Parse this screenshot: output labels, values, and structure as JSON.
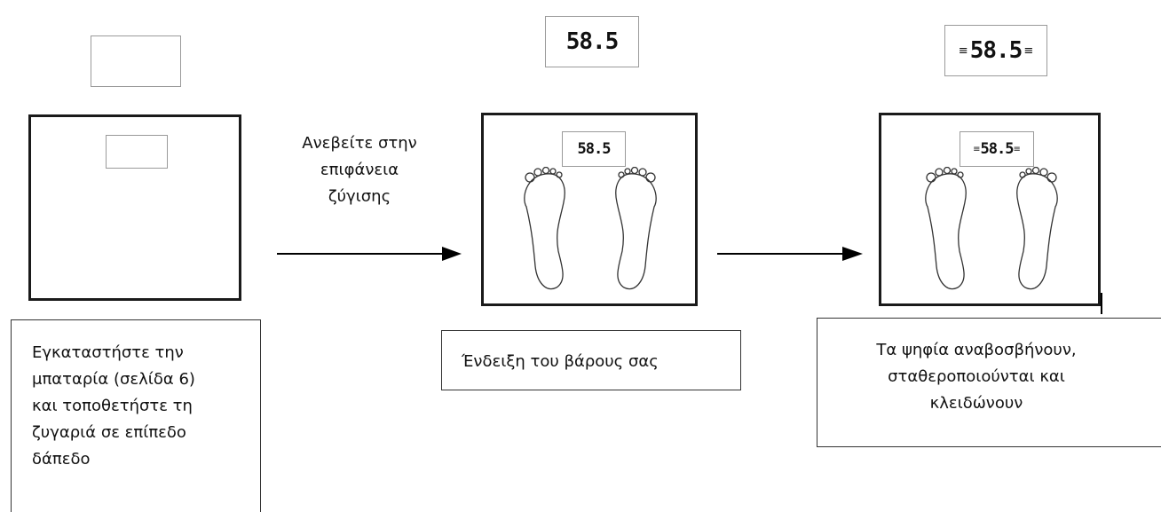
{
  "diagram": {
    "displays": {
      "step1": "",
      "step2": "58.5",
      "step3": "58.5"
    },
    "arrow_label": {
      "line1": "Ανεβείτε στην",
      "line2": "επιφάνεια",
      "line3": "ζύγισης"
    },
    "captions": {
      "step1": {
        "line1": "Εγκαταστήστε την",
        "line2": "μπαταρία (σελίδα 6)",
        "line3": "και τοποθετήστε τη",
        "line4": "ζυγαριά σε επίπεδο",
        "line5": "δάπεδο"
      },
      "step2": {
        "line1": "Ένδειξη του βάρους σας"
      },
      "step3": {
        "line1": "Τα ψηφία αναβοσβήνουν,",
        "line2": "σταθεροποιούνται και",
        "line3": "κλειδώνουν"
      }
    }
  }
}
